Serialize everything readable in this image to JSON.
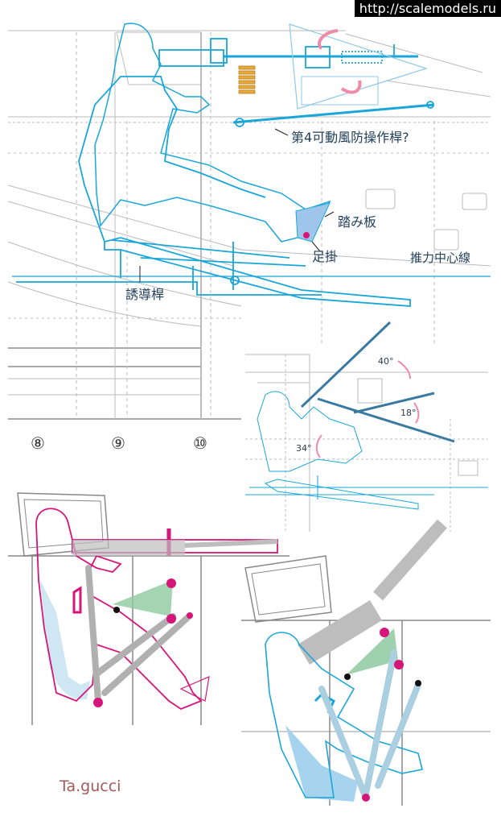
{
  "watermark": "http://scalemodels.ru",
  "labels": {
    "control_rod": "第4可動風防操作桿?",
    "footboard": "踏み板",
    "foot_hook": "足掛",
    "thrust_line": "推力中心線",
    "guide_rod": "誘導桿"
  },
  "frames": [
    "⑧",
    "⑨",
    "⑩"
  ],
  "angles": {
    "a40": "40°",
    "a18": "18°",
    "a34": "34°"
  },
  "signature": "Ta.gucci",
  "colors": {
    "blue": "#1aa6d9",
    "magenta": "#d6157a",
    "gray": "#bdbdbd",
    "pink": "#e9789a",
    "green": "#8fc9a0"
  }
}
